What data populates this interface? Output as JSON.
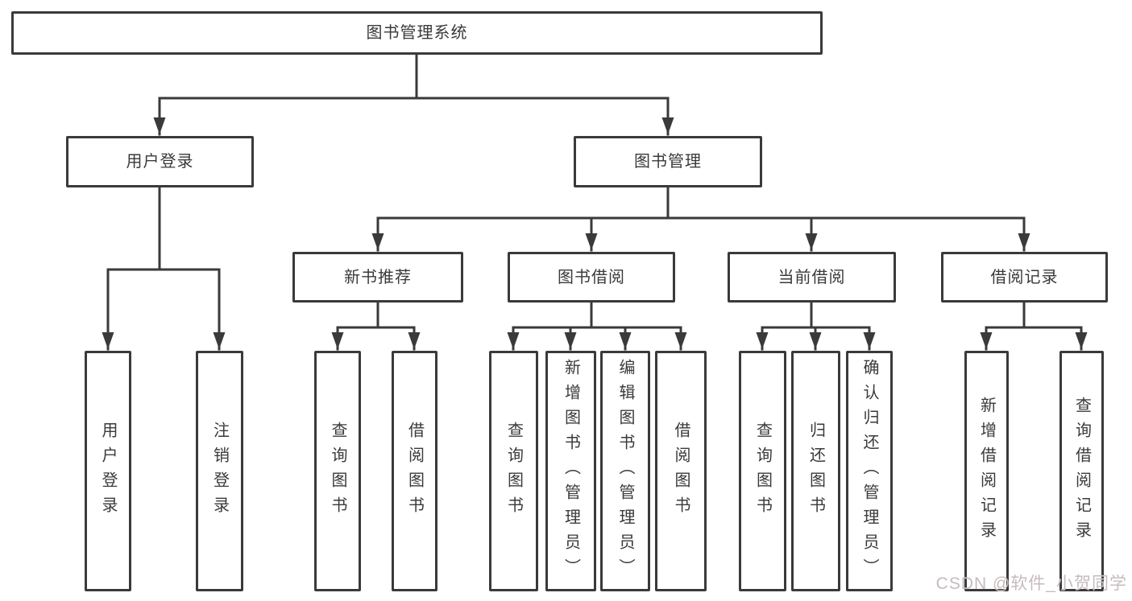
{
  "diagram": {
    "title": "图书管理系统",
    "nodes": {
      "root": {
        "label": "图书管理系统"
      },
      "user_login": {
        "label": "用户登录"
      },
      "book_mgmt": {
        "label": "图书管理"
      },
      "login": {
        "label": "用户登录"
      },
      "logout": {
        "label": "注销登录"
      },
      "new_book_rec": {
        "label": "新书推荐"
      },
      "book_borrow": {
        "label": "图书借阅"
      },
      "current_borrow": {
        "label": "当前借阅"
      },
      "borrow_records": {
        "label": "借阅记录"
      },
      "nbr_query": {
        "label": "查询图书"
      },
      "nbr_borrow": {
        "label": "借阅图书"
      },
      "bb_query": {
        "label": "查询图书"
      },
      "bb_add": {
        "label": "新增图书（管理员）"
      },
      "bb_edit": {
        "label": "编辑图书（管理员）"
      },
      "bb_borrow": {
        "label": "借阅图书"
      },
      "cb_query": {
        "label": "查询图书"
      },
      "cb_return": {
        "label": "归还图书"
      },
      "cb_confirm": {
        "label": "确认归还（管理员）"
      },
      "br_add": {
        "label": "新增借阅记录"
      },
      "br_query": {
        "label": "查询借阅记录"
      }
    },
    "edges": [
      {
        "from": "root",
        "to": [
          "user_login",
          "book_mgmt"
        ]
      },
      {
        "from": "user_login",
        "to": [
          "login",
          "logout"
        ]
      },
      {
        "from": "book_mgmt",
        "to": [
          "new_book_rec",
          "book_borrow",
          "current_borrow",
          "borrow_records"
        ]
      },
      {
        "from": "new_book_rec",
        "to": [
          "nbr_query",
          "nbr_borrow"
        ]
      },
      {
        "from": "book_borrow",
        "to": [
          "bb_query",
          "bb_add",
          "bb_edit",
          "bb_borrow"
        ]
      },
      {
        "from": "current_borrow",
        "to": [
          "cb_query",
          "cb_return",
          "cb_confirm"
        ]
      },
      {
        "from": "borrow_records",
        "to": [
          "br_add",
          "br_query"
        ]
      }
    ],
    "line_color": "#3a3a3a"
  },
  "watermark": {
    "text": "CSDN @软件_小贺同学",
    "color": "#c6bbbc"
  }
}
